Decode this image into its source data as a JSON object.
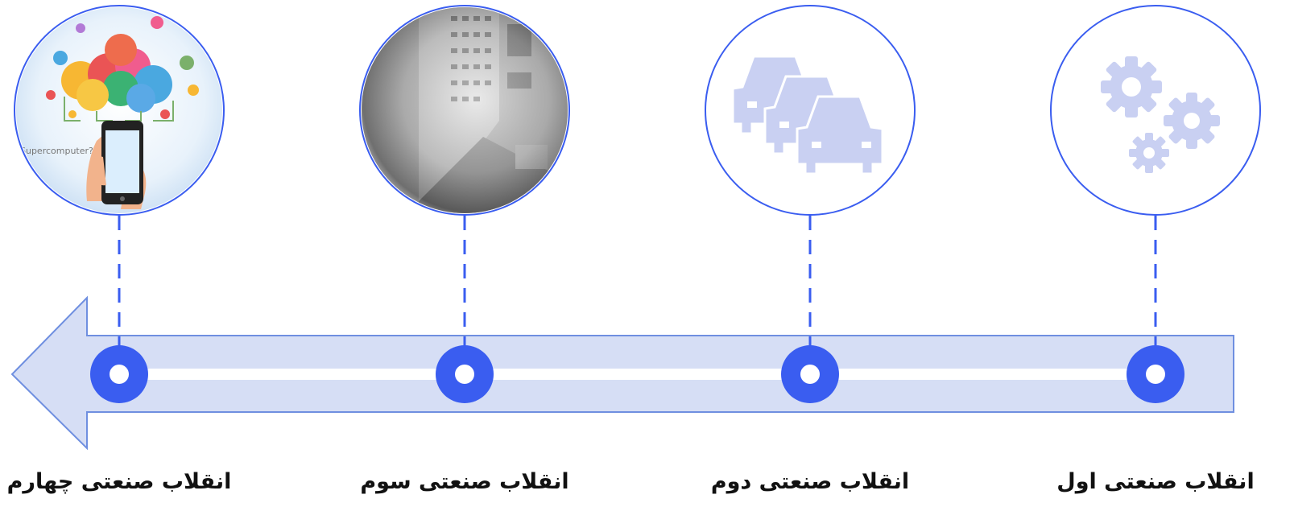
{
  "colors": {
    "accent": "#3a5df0",
    "arrow_fill": "#d6def5",
    "arrow_stroke": "#6f8fe0",
    "icon_fill": "#c9d0f2"
  },
  "stages": [
    {
      "id": "first",
      "label": "انقلاب صنعتی اول",
      "icon": "gears-icon"
    },
    {
      "id": "second",
      "label": "انقلاب صنعتی دوم",
      "icon": "cars-icon"
    },
    {
      "id": "third",
      "label": "انقلاب صنعتی سوم",
      "icon": "mainframe-computer-photo"
    },
    {
      "id": "fourth",
      "label": "انقلاب صنعتی چهارم",
      "icon": "cloud-smartphone-illustration",
      "caption": "Supercomputer?"
    }
  ]
}
